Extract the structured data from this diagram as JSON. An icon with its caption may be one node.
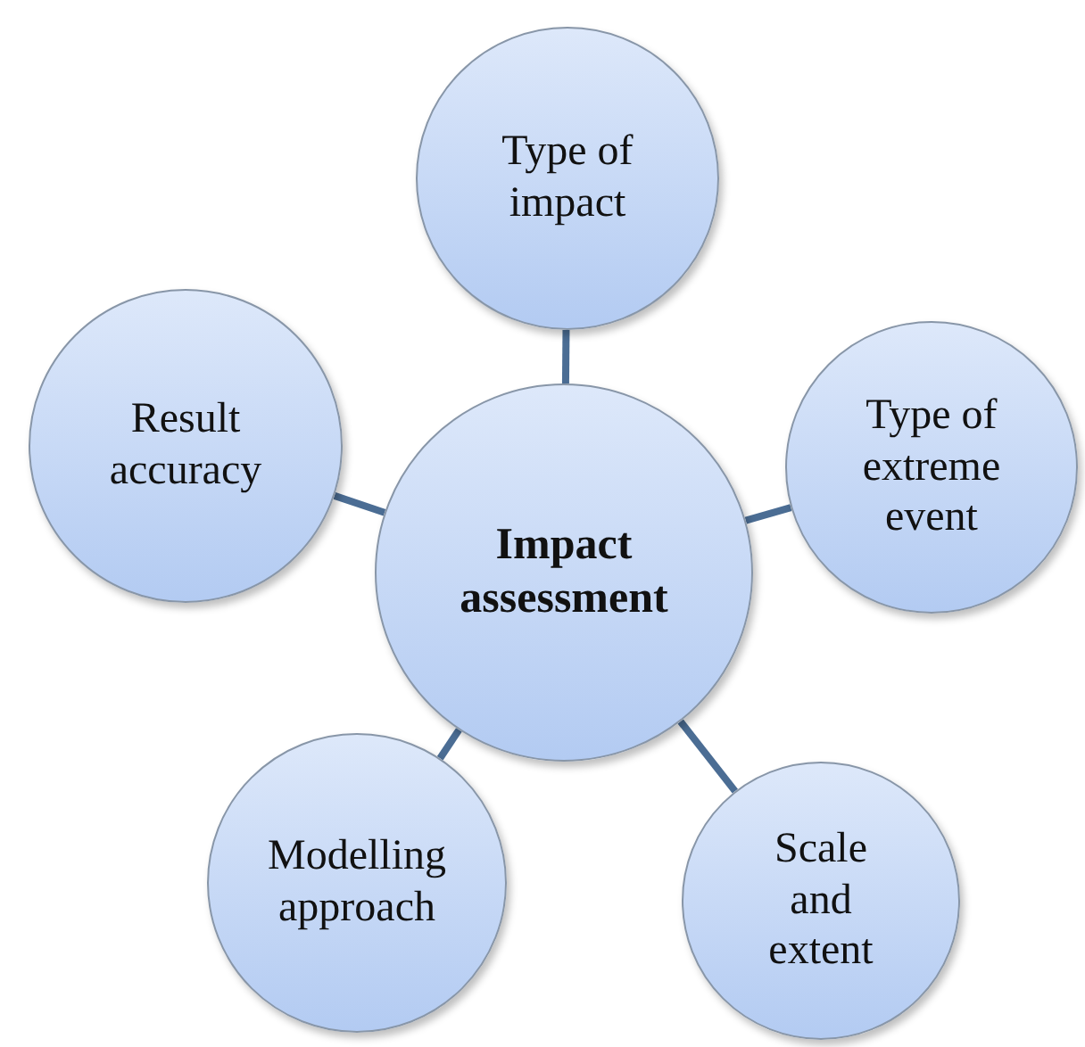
{
  "diagram": {
    "nodes": [
      {
        "text": [
          "Type of impact"
        ]
      },
      {
        "text": [
          "Result accuracy"
        ]
      },
      {
        "text": [
          "Impact assessment"
        ]
      },
      {
        "text": [
          "Type of extreme event"
        ]
      },
      {
        "text": [
          "Modelling approach"
        ]
      },
      {
        "text": [
          "Scale and extent"
        ]
      }
    ],
    "edges": [
      {
        "from": 2,
        "to": 0,
        "arrow": "none"
      },
      {
        "from": 2,
        "to": 1,
        "arrow": "none"
      },
      {
        "from": 2,
        "to": 3,
        "arrow": "none"
      },
      {
        "from": 2,
        "to": 4,
        "arrow": "none"
      },
      {
        "from": 2,
        "to": 5,
        "arrow": "none"
      }
    ]
  }
}
